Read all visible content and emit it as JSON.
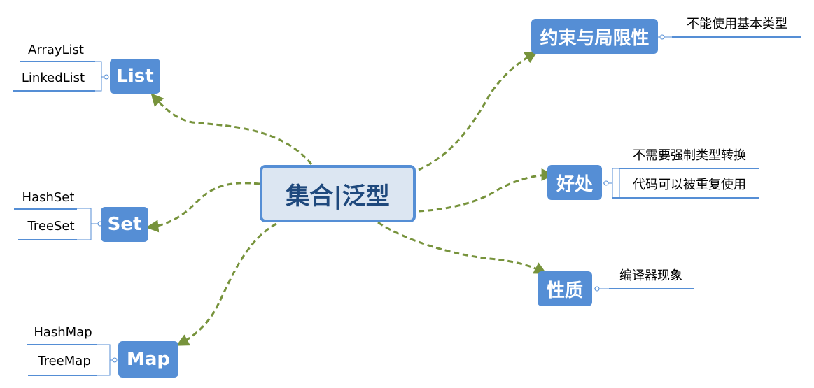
{
  "colors": {
    "topic_fill": "#558ed5",
    "central_fill": "#dce6f2",
    "central_border": "#558ed5",
    "connector": "#77933c",
    "central_text": "#1f497d"
  },
  "central": {
    "label": "集合|泛型"
  },
  "topics": {
    "list": {
      "label": "List",
      "children": [
        "ArrayList",
        "LinkedList"
      ]
    },
    "set": {
      "label": "Set",
      "children": [
        "HashSet",
        "TreeSet"
      ]
    },
    "map": {
      "label": "Map",
      "children": [
        "HashMap",
        "TreeMap"
      ]
    },
    "constraints": {
      "label": "约束与局限性",
      "children": [
        "不能使用基本类型"
      ]
    },
    "benefits": {
      "label": "好处",
      "children": [
        "不需要强制类型转换",
        "代码可以被重复使用"
      ]
    },
    "nature": {
      "label": "性质",
      "children": [
        "编译器现象"
      ]
    }
  }
}
